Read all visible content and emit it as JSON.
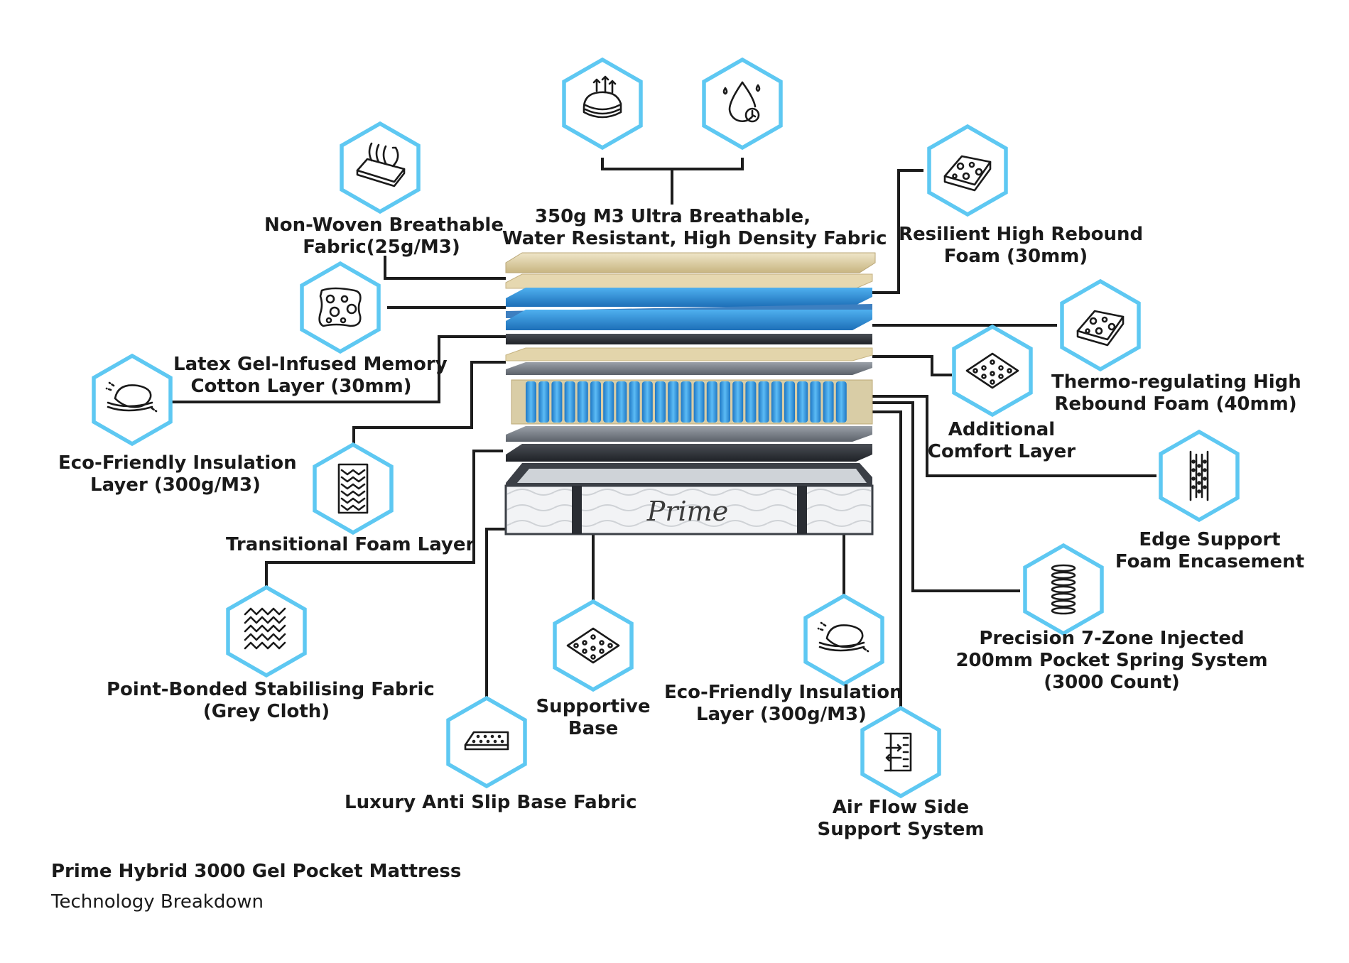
{
  "brand": "Prime",
  "labels": {
    "top_fabric": [
      "350g M3 Ultra Breathable,",
      "Water Resistant, High Density Fabric"
    ],
    "non_woven": [
      "Non-Woven Breathable",
      "Fabric(25g/M3)"
    ],
    "latex_gel": [
      "Latex Gel-Infused Memory",
      "Cotton Layer (30mm)"
    ],
    "insulation_left": [
      "Eco-Friendly Insulation",
      "Layer (300g/M3)"
    ],
    "transitional": [
      "Transitional Foam Layer"
    ],
    "point_bonded": [
      "Point-Bonded Stabilising Fabric",
      "(Grey Cloth)"
    ],
    "anti_slip": [
      "Luxury Anti Slip Base Fabric"
    ],
    "supportive_base": [
      "Supportive",
      "Base"
    ],
    "insulation_bottom": [
      "Eco-Friendly Insulation",
      "Layer (300g/M3)"
    ],
    "air_flow": [
      "Air Flow Side",
      "Support System"
    ],
    "resilient": [
      "Resilient High Rebound",
      "Foam (30mm)"
    ],
    "thermo": [
      "Thermo-regulating High",
      "Rebound Foam (40mm)"
    ],
    "comfort": [
      "Additional",
      "Comfort Layer"
    ],
    "edge": [
      "Edge Support",
      "Foam Encasement"
    ],
    "precision": [
      "Precision 7-Zone Injected",
      "200mm Pocket Spring System",
      "(3000 Count)"
    ]
  },
  "footer": {
    "title": "Prime Hybrid 3000 Gel Pocket Mattress",
    "subtitle": "Technology Breakdown"
  },
  "colors": {
    "hexagon_outline": "#5ec8f2",
    "leader_lines": "#1c1c1c",
    "foam_blue": "#2f8fd8",
    "cotton_beige": "#d8c89c",
    "dark_layer": "#2b2e33"
  },
  "icons": [
    "fabric-breathe-icon",
    "water-drop-clock-icon",
    "fabric-airflow-icon",
    "sponge-icon",
    "sponge-icon",
    "insulation-pad-icon",
    "spring-mesh-icon",
    "zigzag-fabric-icon",
    "dot-grid-icon",
    "dot-grid-icon",
    "edge-foam-icon",
    "coil-spring-icon",
    "anti-slip-pad-icon",
    "insulation-pad-icon",
    "air-flow-icon"
  ]
}
